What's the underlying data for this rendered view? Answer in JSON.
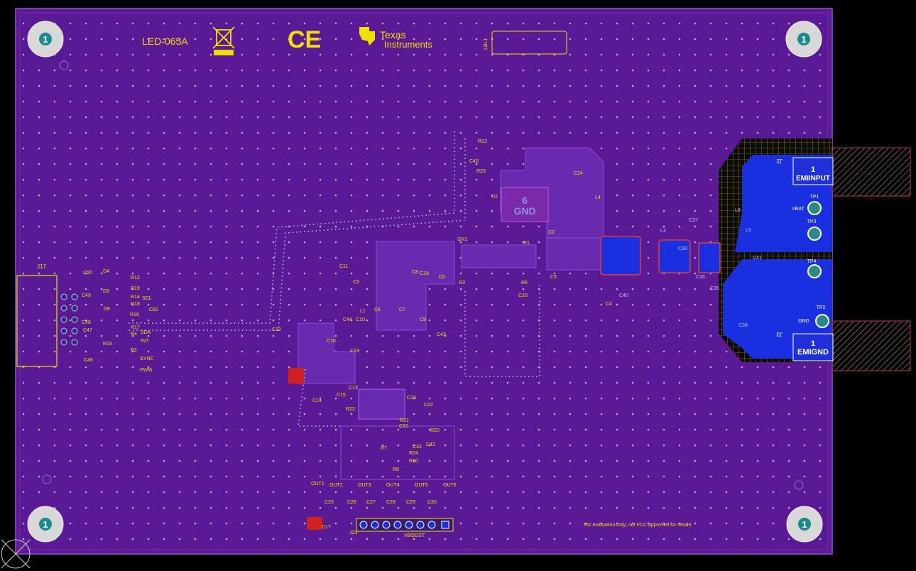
{
  "board": {
    "title": "LED-065A",
    "ce_mark": "CE",
    "logo": {
      "line1": "Texas",
      "line2": "Instruments"
    },
    "label_box_ref": "LBL1",
    "disclaimer": "For evaluation only; not FCC approved for resale.",
    "colors": {
      "background": "#000000",
      "board": "#5a1a96",
      "silkscreen": "#f0e000",
      "copper_top": "#1a2fe0",
      "outline": "#7a2ab0",
      "via": "#c8c8d8",
      "keepout": "#d02a5a"
    }
  },
  "mounting_holes": [
    {
      "label": "1"
    },
    {
      "label": "1"
    },
    {
      "label": "1"
    },
    {
      "label": "1"
    }
  ],
  "connectors": {
    "j17": "J17",
    "j2": {
      "ref": "J2",
      "pin": "1",
      "net": "EMIINPUT"
    },
    "j3": {
      "ref": "J3",
      "pin": "1",
      "net": "EMIGND"
    }
  },
  "test_points": [
    {
      "ref": "TP1",
      "net": "VBAT"
    },
    {
      "ref": "TP3",
      "net": ""
    },
    {
      "ref": "TP4",
      "net": ""
    },
    {
      "ref": "TP2",
      "net": "GND"
    }
  ],
  "u2_pad": {
    "pin": "6",
    "net": "GND"
  },
  "signals": [
    "SCL",
    "SDA",
    "INT",
    "SYNC",
    "PWM"
  ],
  "outputs": [
    "OUT1",
    "OUT2",
    "OUT3",
    "OUT4",
    "OUT5",
    "OUT6"
  ],
  "header_label": "VBOOST",
  "refdes": {
    "left": [
      "C50",
      "D4",
      "R12",
      "R19",
      "D5",
      "C49",
      "R14",
      "R18",
      "D6",
      "C48",
      "C47",
      "R16",
      "C82",
      "R17",
      "R4",
      "R15",
      "R2",
      "C46"
    ],
    "center": [
      "R13",
      "C45",
      "R23",
      "U2",
      "C24",
      "L4",
      "C2",
      "R1",
      "GN1",
      "C11",
      "C5",
      "L1",
      "C6",
      "C7",
      "C8",
      "C18",
      "D2",
      "R3",
      "C3",
      "R6",
      "C20",
      "C4",
      "C44",
      "C10",
      "C9",
      "C43",
      "C12",
      "C16",
      "C19",
      "C13",
      "C14",
      "C15",
      "C23",
      "C22",
      "R22",
      "R21",
      "C31",
      "R20",
      "C32",
      "C42",
      "R7",
      "R24",
      "R10",
      "R8",
      "C25",
      "C26",
      "C27",
      "C28",
      "C29",
      "C30",
      "J23",
      "C17"
    ],
    "right": [
      "C40",
      "L3",
      "C38",
      "C37",
      "L5",
      "L6",
      "C39",
      "C41",
      "C36",
      "C35"
    ]
  }
}
